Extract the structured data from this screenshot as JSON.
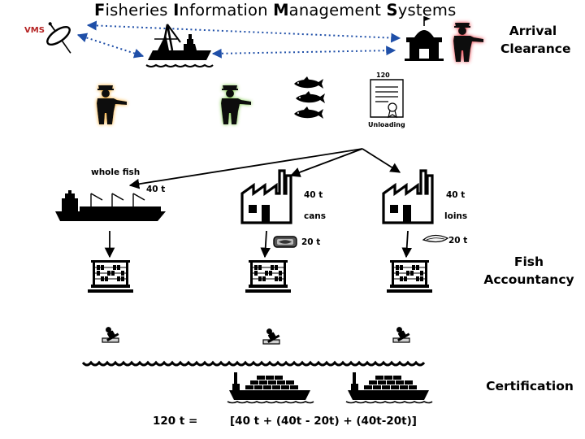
{
  "title": {
    "segments": [
      {
        "cap": "F",
        "rest": "isheries "
      },
      {
        "cap": "I",
        "rest": "nformation "
      },
      {
        "cap": "M",
        "rest": "anagement "
      },
      {
        "cap": "S",
        "rest": "ystems"
      }
    ]
  },
  "sections": {
    "arrival_line1": "Arrival",
    "arrival_line2": "Clearance",
    "fish_line1": "Fish",
    "fish_line2": "Accountancy",
    "certification": "Certification"
  },
  "labels": {
    "vms": "VMS",
    "document_number": "120",
    "unloading": "Unloading",
    "whole_fish": "whole fish",
    "carrier_qty": "40 t",
    "cannery_qty": "40 t",
    "cans": "cans",
    "cannery_out": "20 t",
    "loin_qty": "40 t",
    "loins": "loins",
    "loin_out": "20 t"
  },
  "formula": {
    "lhs": "120 t  =",
    "rhs": "[40 t + (40t - 20t) + (40t-20t)]"
  },
  "colors": {
    "vms_label": "#b52222",
    "link_arrows": "#1f4fa8",
    "officer_glow_orange": "#f5a623",
    "officer_glow_green": "#7ac943",
    "officer_glow_red": "#e8323c"
  },
  "icons": [
    "satellite-icon",
    "fishing-vessel-icon",
    "port-authority-icon",
    "officer-icon",
    "tuna-icon",
    "document-icon",
    "cargo-ship-icon",
    "factory-icon",
    "tin-can-icon",
    "loin-icon",
    "abacus-icon",
    "stamp-icon",
    "container-ship-icon"
  ]
}
